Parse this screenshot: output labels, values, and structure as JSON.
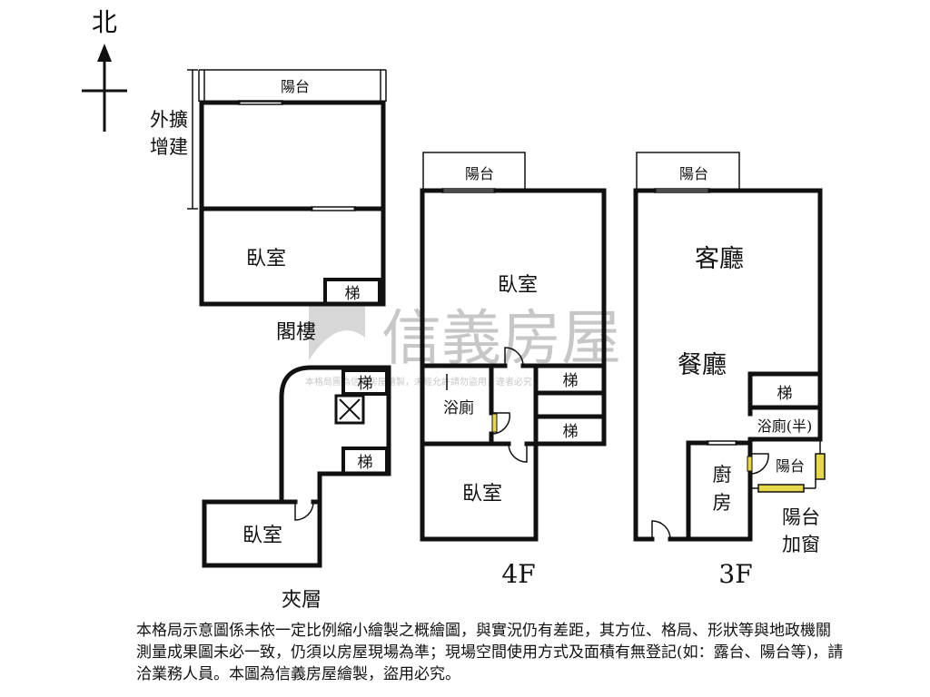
{
  "compass": {
    "north_label": "北"
  },
  "labels": {
    "balcony": "陽台",
    "bedroom": "臥室",
    "stairs": "梯",
    "extension": [
      "外擴",
      "增建"
    ],
    "loft": "閣樓",
    "mezzanine": "夾層",
    "bathroom": "浴廁",
    "bathroom_half": "浴廁(半)",
    "living_room": "客廳",
    "dining_room": "餐廳",
    "kitchen": [
      "廚",
      "房"
    ],
    "balcony_window": [
      "陽台",
      "加窗"
    ],
    "floor_4f": "4F",
    "floor_3f": "3F"
  },
  "watermark": {
    "brand": "信義房屋",
    "small": "本格局圖為信義房屋繪製，未經允許請勿盜用，違者必究"
  },
  "disclaimer": "本格局示意圖係未依一定比例縮小繪製之概繪圖，與實況仍有差距，其方位、格局、形狀等與地政機關測量成果圖未必一致，仍須以房屋現場為準；現場空間使用方式及面積有無登記(如：露台、陽台等)，請洽業務人員。本圖為信義房屋繪製，盜用必究。",
  "colors": {
    "wall": "#111111",
    "window_accent": "#e6d84a",
    "watermark": "#9a9a9a"
  }
}
